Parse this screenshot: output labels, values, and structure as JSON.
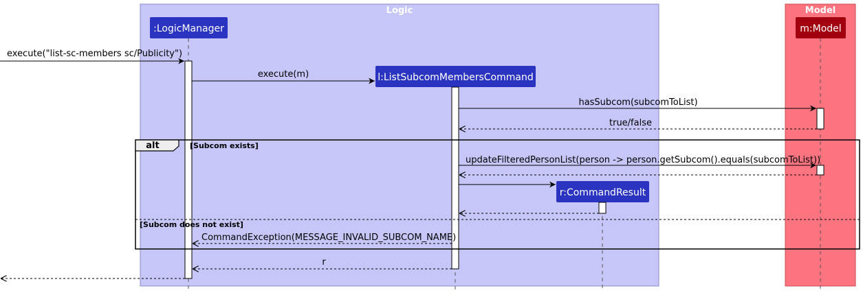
{
  "colors": {
    "logic_box": "#c6c7f8",
    "logic_border": "#8889c8",
    "model_box": "#fc7480",
    "model_border": "#c94a55",
    "logic_participant": "#2a34c0",
    "model_participant": "#a3000f"
  },
  "boxes": {
    "logic": "Logic",
    "model": "Model"
  },
  "participants": {
    "logic_manager": ":LogicManager",
    "command": "l:ListSubcomMembersCommand",
    "command_result": "r:CommandResult",
    "model": "m:Model"
  },
  "messages": {
    "execute_input": "execute(\"list-sc-members sc/Publicity\")",
    "execute_m": "execute(m)",
    "has_subcom": "hasSubcom(subcomToList)",
    "true_false": "true/false",
    "update_filtered": "updateFilteredPersonList(person -> person.getSubcom().equals(subcomToList))",
    "command_exception": "CommandException(MESSAGE_INVALID_SUBCOM_NAME)",
    "return_r": "r"
  },
  "alt": {
    "label": "alt",
    "guard_exists": "[Subcom exists]",
    "guard_not_exists": "[Subcom does not exist]"
  }
}
